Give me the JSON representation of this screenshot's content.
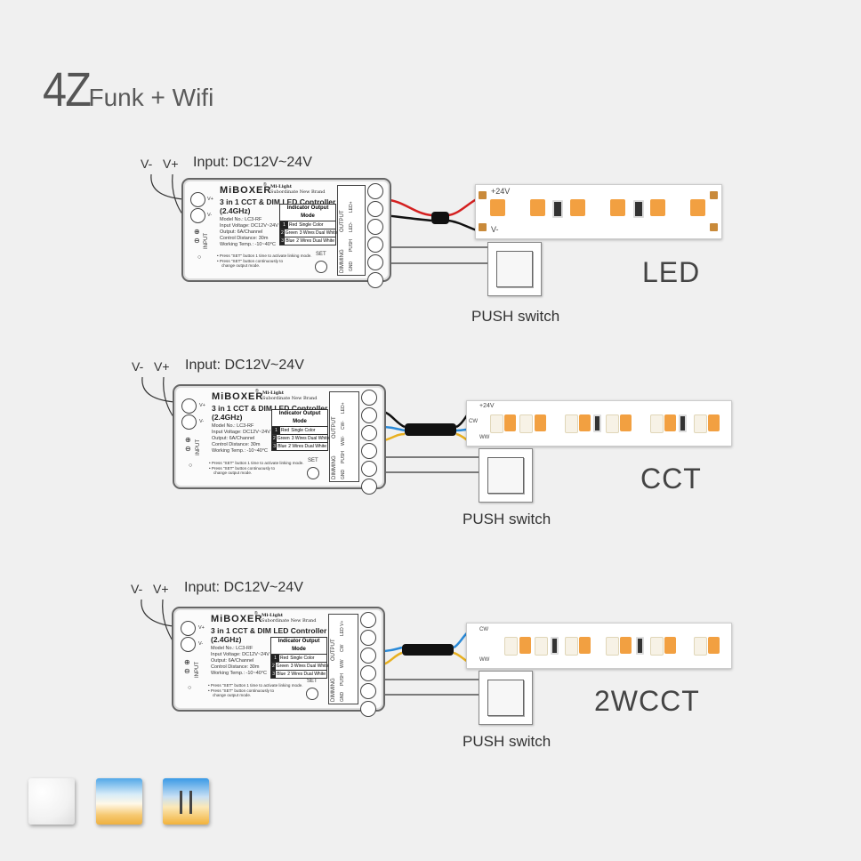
{
  "header": {
    "brand": "4Z",
    "subtitle": "Funk + Wifi"
  },
  "controller": {
    "brand": "MiBOXER",
    "registered": "®",
    "sub_brand_1": "Mi·Light",
    "sub_brand_2": "Subordinate New Brand",
    "title": "3 in 1 CCT & DIM LED Controller",
    "freq": "(2.4GHz)",
    "specs": [
      "Model No.: LC3-RF",
      "Input Voltage: DC12V~24V",
      "Output: 6A/Channel",
      "Control Distance: 30m",
      "Working Temp.: -10~40°C"
    ],
    "notes": [
      "• Press \"SET\" button 1 time to activate linking mode.",
      "• Press \"SET\" button continuously to",
      "change output mode."
    ],
    "mode_header": "Indicator Output Mode",
    "modes": [
      {
        "idx": "1",
        "color": "Red",
        "mode": "Single Color"
      },
      {
        "idx": "2",
        "color": "Green",
        "mode": "3 Wires Dual White"
      },
      {
        "idx": "3",
        "color": "Blue",
        "mode": "2 Wires Dual White"
      }
    ],
    "set_label": "SET",
    "input_label": "INPUT",
    "v_plus": "V+",
    "v_minus": "V-",
    "output_label": "OUTPUT",
    "dimming_label": "DIMMING",
    "term_cols": [
      [
        "LED+",
        "LED-"
      ],
      [
        "LED+",
        "CW-",
        "WW-"
      ],
      [
        "LED V+",
        "CW",
        "WW"
      ]
    ],
    "gnd": "GND",
    "push": "PUSH",
    "col_nums": [
      "1",
      "2",
      "3"
    ]
  },
  "sections": [
    {
      "input": "Input: DC12V~24V",
      "vminus": "V-",
      "vplus": "V+",
      "strip_name": "LED",
      "push": "PUSH switch",
      "strip_plus": "+24V",
      "strip_minus": "V-"
    },
    {
      "input": "Input: DC12V~24V",
      "vminus": "V-",
      "vplus": "V+",
      "strip_name": "CCT",
      "push": "PUSH switch",
      "strip_plus": "+24V",
      "strip_cw": "CW",
      "strip_ww": "WW"
    },
    {
      "input": "Input: DC12V~24V",
      "vminus": "V-",
      "vplus": "V+",
      "strip_name": "2WCCT",
      "push": "PUSH switch",
      "strip_cw": "CW",
      "strip_ww": "WW"
    }
  ],
  "colors": {
    "wire_red": "#d42020",
    "wire_black": "#111111",
    "wire_blue": "#2a8ad8",
    "wire_yellow": "#e8b020",
    "led_warm": "#f2a041",
    "led_cool": "#f7f2e6"
  },
  "legend_tiles": [
    "single-white-tile",
    "cct-gradient-tile",
    "2wcct-tile"
  ]
}
